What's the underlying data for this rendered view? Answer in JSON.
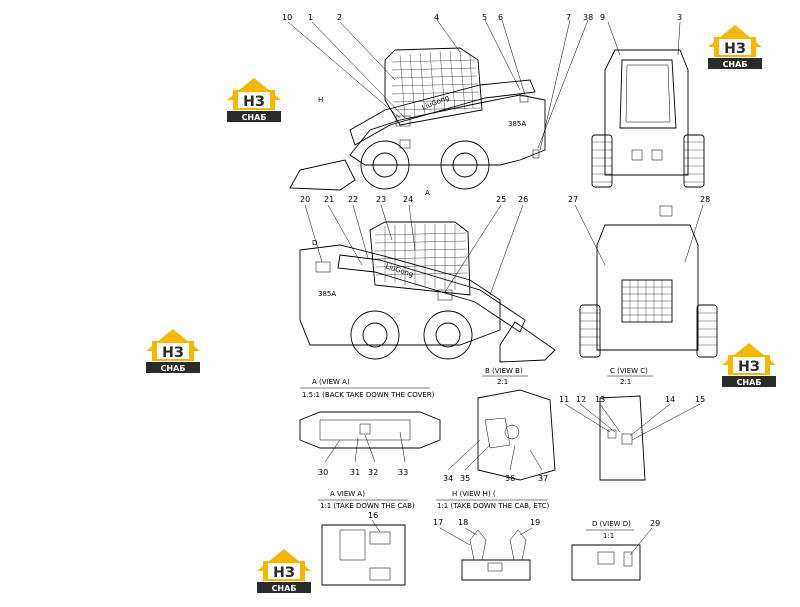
{
  "brand": {
    "logo_letters": "НЗ",
    "logo_text": "СНАБ",
    "logo_color_yellow": "#F5B800",
    "logo_color_dark": "#2A2A2A"
  },
  "callouts": {
    "top_left": [
      "10",
      "1",
      "2",
      "4",
      "5",
      "6",
      "7",
      "38"
    ],
    "top_right": [
      "9",
      "3"
    ],
    "mid_left": [
      "20",
      "21",
      "22",
      "23",
      "24",
      "25",
      "26"
    ],
    "mid_right": [
      "27",
      "28"
    ],
    "view_c": [
      "11",
      "12",
      "13",
      "14",
      "15"
    ],
    "view_a_bottom": [
      "30",
      "31",
      "32",
      "33"
    ],
    "view_b_bottom": [
      "34",
      "35",
      "36",
      "37"
    ],
    "detail_a": [
      "16"
    ],
    "detail_h": [
      "17",
      "18",
      "19"
    ],
    "detail_d": [
      "29"
    ]
  },
  "labels": {
    "view_h_marker": "H",
    "view_a_marker": "A",
    "view_d_marker": "D",
    "model_text": "385A",
    "brand_on_arm": "LiuGong",
    "view_a_title": "A   (VIEW A)",
    "view_a_scale": "1.5:1 (BACK TAKE DOWN  THE COVER)",
    "view_b_title": "B   (VIEW B)",
    "view_b_scale": "2:1",
    "view_c_title": "C  (VIEW C)",
    "view_c_scale": "2:1",
    "detail_a_title": "A   VIEW A)",
    "detail_a_scale": "1:1  (TAKE DOWN THE CAB)",
    "detail_h_title": "H  (VIEW H) (",
    "detail_h_scale": "1:1  (TAKE DOWN THE CAB, ETC)",
    "detail_d_title": "D  (VIEW D)",
    "detail_d_scale": "1:1"
  }
}
